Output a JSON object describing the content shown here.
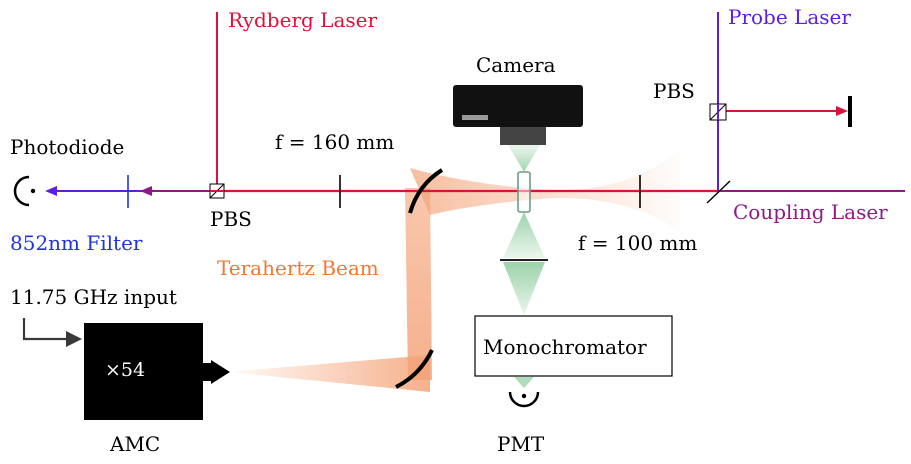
{
  "labels": {
    "rydberg_laser": "Rydberg Laser",
    "probe_laser": "Probe Laser",
    "camera": "Camera",
    "photodiode": "Photodiode",
    "pbs_left": "PBS",
    "pbs_right": "PBS",
    "lens_160": "f = 160 mm",
    "lens_100": "f = 100 mm",
    "filter": "852nm Filter",
    "coupling_laser": "Coupling Laser",
    "terahertz_beam": "Terahertz Beam",
    "ghz_input": "11.75 GHz input",
    "multiplier": "×54",
    "amc": "AMC",
    "monochromator": "Monochromator",
    "pmt": "PMT"
  },
  "colors": {
    "rydberg": "#e0103c",
    "probe": "#5a1ee6",
    "coupling": "#8e1a86",
    "filter_text": "#2233dd",
    "thz_text": "#ef7a33",
    "thz_beam": "#f4a277",
    "fluorescence": "#7cc48e"
  }
}
